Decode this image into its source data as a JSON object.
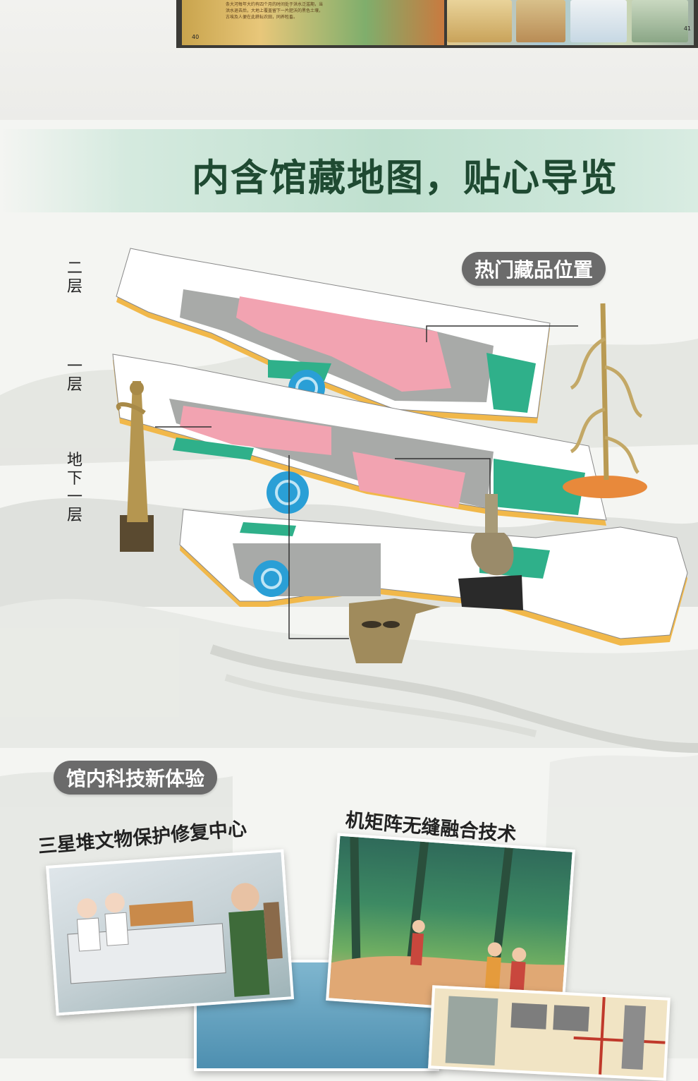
{
  "book": {
    "caption": "条大河每年大约有四个月的时间处于洪水泛滥期，当洪水退去后，大地上覆盖留下一片肥沃的黑色土壤，古埃及人便在此耕耘农田，同养牲畜。",
    "page_left": "40",
    "page_right": "41"
  },
  "banner": {
    "title": "内含馆藏地图，贴心导览"
  },
  "floors": {
    "second": "二层",
    "first": "一层",
    "basement": "地下一层"
  },
  "badges": {
    "hot_items": "热门藏品位置",
    "tech": "馆内科技新体验"
  },
  "captions": {
    "restoration_center": "三星堆文物保护修复中心",
    "fusion_tech": "机矩阵无缝融合技术"
  },
  "colors": {
    "banner_text": "#1f4a32",
    "exhibit_pink": "#f2a3b1",
    "corridor_green": "#2fb08a",
    "floor_edge": "#f1b84a",
    "pool_blue": "#2a9fd6"
  }
}
